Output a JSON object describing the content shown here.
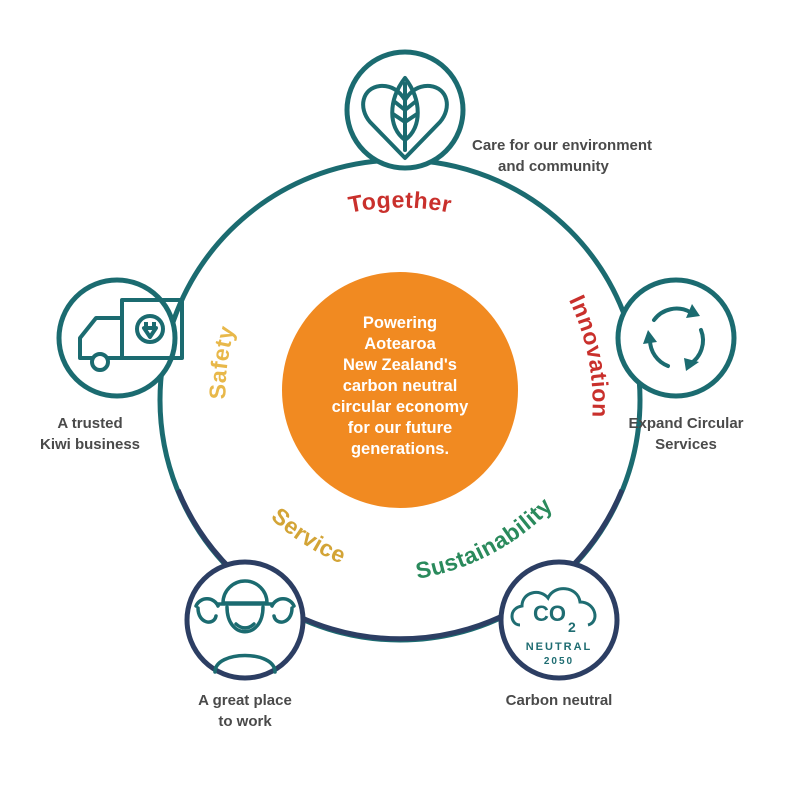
{
  "colors": {
    "ring": "#1b6b70",
    "ring_dark": "#2c3e63",
    "center": "#f18a21",
    "together": "#c9302c",
    "innovation": "#c9302c",
    "sustainability": "#2a8a5c",
    "service": "#d3a436",
    "safety": "#e8b84a",
    "label_text": "#4a4a4a"
  },
  "center": {
    "lines": [
      "Powering",
      "Aotearoa",
      "New Zealand's",
      "carbon neutral",
      "circular economy",
      "for our future",
      "generations."
    ]
  },
  "values": {
    "together": "Together",
    "innovation": "Innovation",
    "sustainability": "Sustainability",
    "service": "Service",
    "safety": "Safety"
  },
  "nodes": {
    "environment": {
      "icon": "leaf-heart-icon",
      "label_lines": [
        "Care for our environment",
        "and community"
      ]
    },
    "circular": {
      "icon": "recycle-arrows-icon",
      "label_lines": [
        "Expand Circular",
        "Services"
      ]
    },
    "carbon": {
      "icon": "co2-cloud-icon",
      "co2": "CO",
      "sub": "2",
      "neutral": "NEUTRAL",
      "year": "2050",
      "label_lines": [
        "Carbon neutral"
      ]
    },
    "work": {
      "icon": "workers-icon",
      "label_lines": [
        "A great place",
        "to work"
      ]
    },
    "kiwi": {
      "icon": "electric-truck-icon",
      "label_lines": [
        "A trusted",
        "Kiwi business"
      ]
    }
  }
}
